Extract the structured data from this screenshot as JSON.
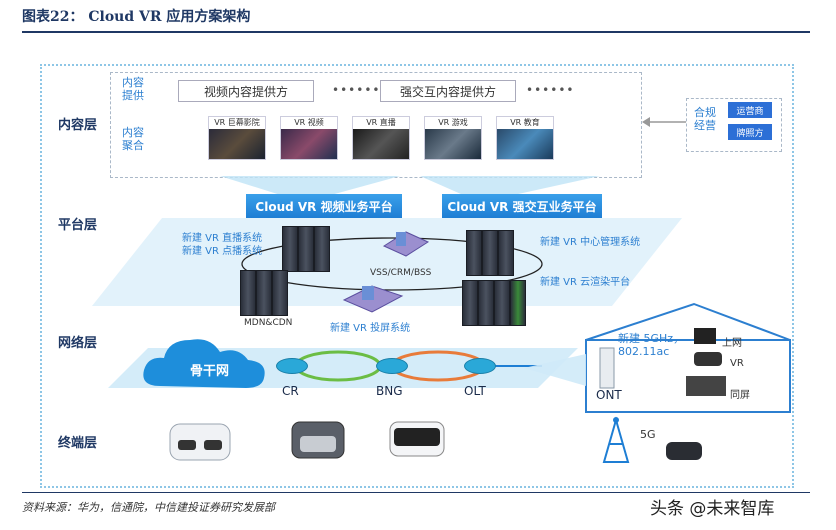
{
  "figure": {
    "title": "图表22： Cloud VR 应用方案架构",
    "source": "资料来源：华为，信通院，中信建投证券研究发展部",
    "watermark": "头条 @未来智库"
  },
  "layers": {
    "content": "内容层",
    "platform": "平台层",
    "network": "网络层",
    "terminal": "终端层"
  },
  "content_layer": {
    "provide_label": "内容\n提供",
    "aggregate_label": "内容\n聚合",
    "video_provider": "视频内容提供方",
    "interactive_provider": "强交互内容提供方",
    "dots": "••••••",
    "thumbnails": [
      "VR 巨幕影院",
      "VR 视频",
      "VR 直播",
      "VR 游戏",
      "VR 教育"
    ],
    "ops_label": "合规\n经营",
    "ops_tags": [
      "运营商",
      "牌照方"
    ]
  },
  "platform_layer": {
    "video_platform": "Cloud VR 视频业务平台",
    "interactive_platform": "Cloud VR 强交互业务平台",
    "live_systems": "新建 VR 直播系统\n新建 VR 点播系统",
    "center_mgmt": "新建 VR 中心管理系统",
    "cloud_render": "新建 VR 云渲染平台",
    "vss": "VSS/CRM/BSS",
    "mdn": "MDN&CDN",
    "screen_cast": "新建 VR 投屏系统"
  },
  "network_layer": {
    "backbone": "骨干网",
    "nodes": [
      "CR",
      "BNG",
      "OLT"
    ],
    "wifi": "新建 5GHz，\n802.11ac",
    "ont": "ONT",
    "home_items": [
      "上网",
      "VR",
      "同屏"
    ]
  },
  "terminal_layer": {
    "five_g": "5G"
  },
  "colors": {
    "accent_blue": "#1e7ed4",
    "label_blue": "#2c7fd0",
    "title_navy": "#1f3864"
  }
}
